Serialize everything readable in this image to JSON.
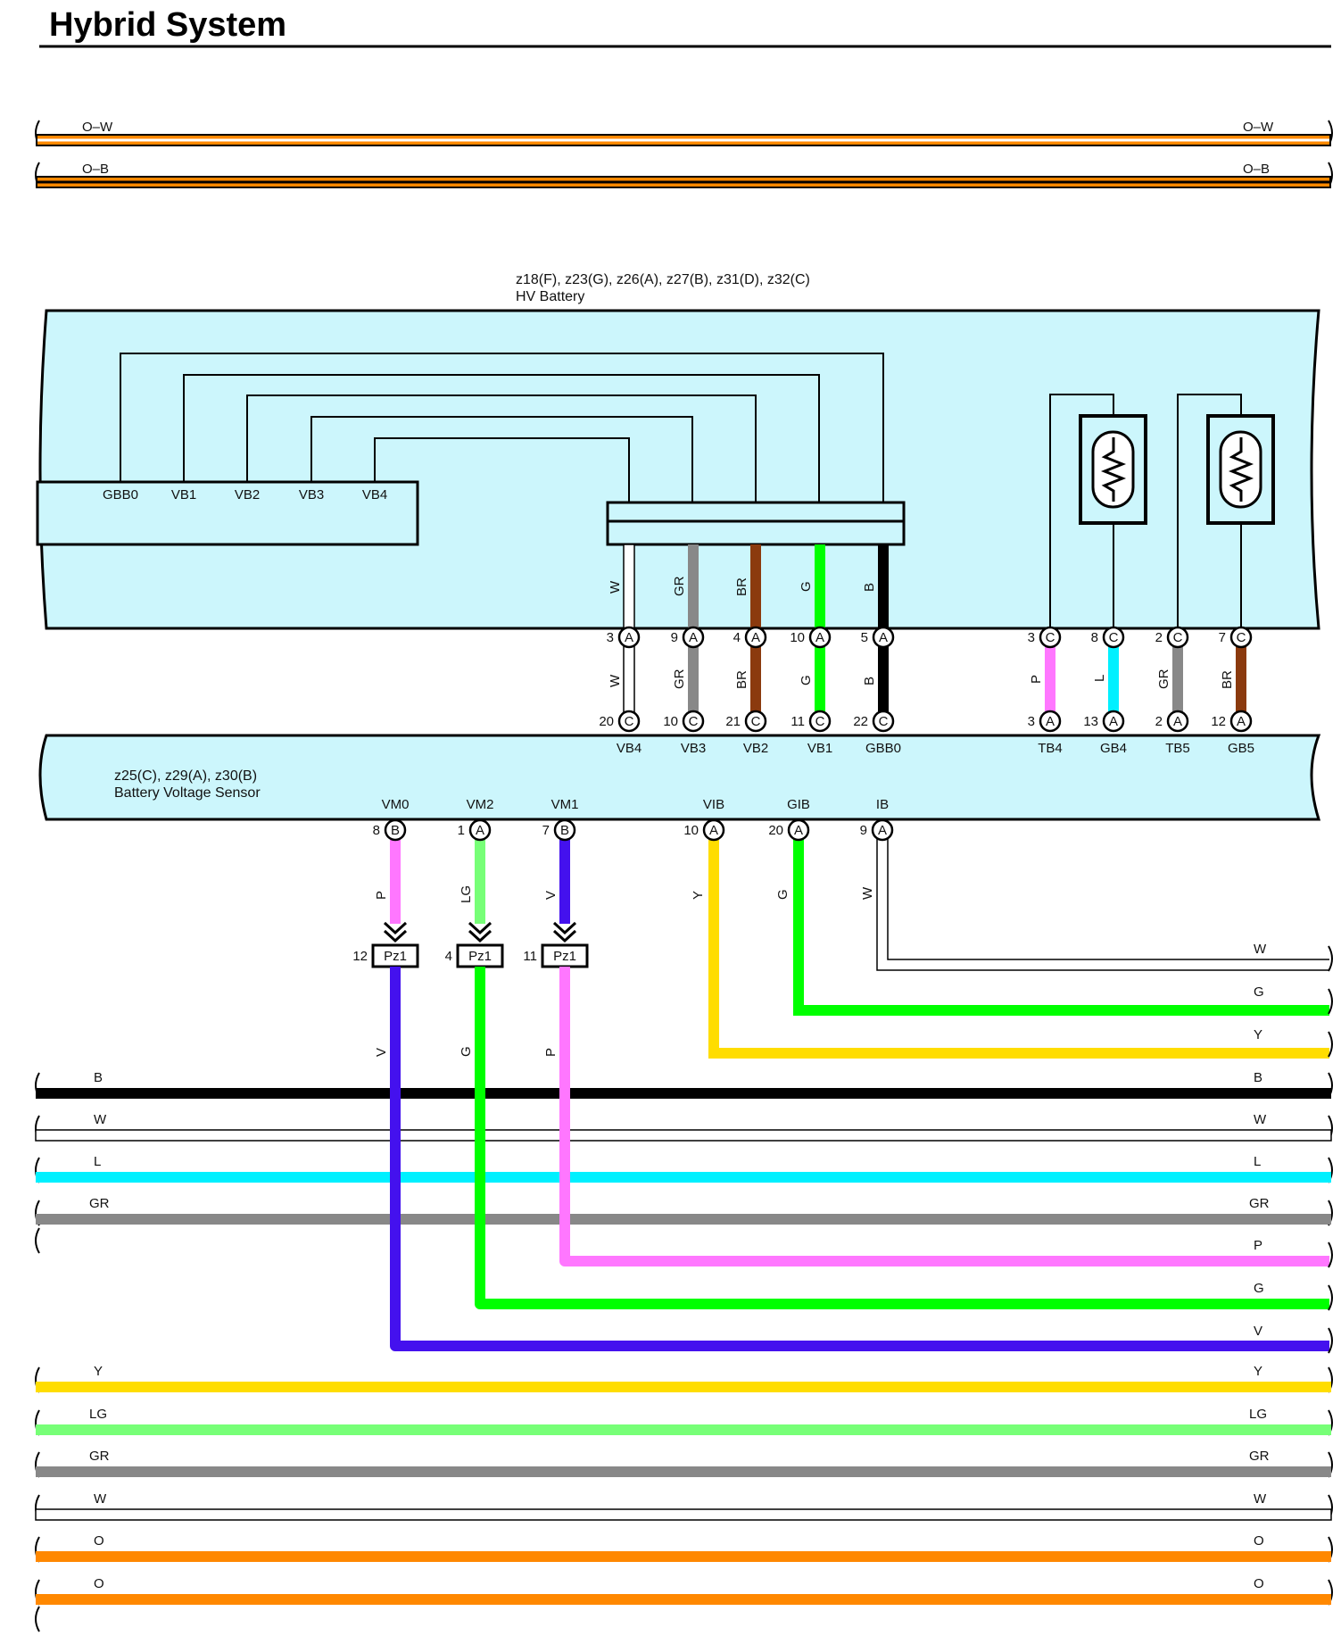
{
  "title": "Hybrid System",
  "colors": {
    "W": "#ffffff",
    "B": "#000000",
    "G": "#00ff00",
    "GR": "#888888",
    "BR": "#8b3a0e",
    "P": "#ff77ff",
    "L": "#00f0ff",
    "Y": "#ffdd00",
    "LG": "#77ff77",
    "V": "#4411ee",
    "O": "#ff8800",
    "component_fill": "#ccf6fc"
  },
  "components": {
    "hv_battery": {
      "codes": "z18(F), z23(G), z26(A), z27(B), z31(D), z32(C)",
      "name": "HV Battery"
    },
    "sensor": {
      "codes": "z25(C), z29(A), z30(B)",
      "name": "Battery Voltage Sensor"
    },
    "splice": "Pz1"
  },
  "top_wires": [
    "O–W",
    "O–B"
  ],
  "hv_internal_labels": [
    "GBB0",
    "VB1",
    "VB2",
    "VB3",
    "VB4"
  ],
  "battery_pins": [
    {
      "pin": "3",
      "conn": "A",
      "wire": "W"
    },
    {
      "pin": "9",
      "conn": "A",
      "wire": "GR"
    },
    {
      "pin": "4",
      "conn": "A",
      "wire": "BR"
    },
    {
      "pin": "10",
      "conn": "A",
      "wire": "G"
    },
    {
      "pin": "5",
      "conn": "A",
      "wire": "B"
    },
    {
      "pin": "3",
      "conn": "C",
      "wire": "P"
    },
    {
      "pin": "8",
      "conn": "C",
      "wire": "L"
    },
    {
      "pin": "2",
      "conn": "C",
      "wire": "GR"
    },
    {
      "pin": "7",
      "conn": "C",
      "wire": "BR"
    }
  ],
  "sensor_top_pins": [
    {
      "pin": "20",
      "conn": "C",
      "name": "VB4"
    },
    {
      "pin": "10",
      "conn": "C",
      "name": "VB3"
    },
    {
      "pin": "21",
      "conn": "C",
      "name": "VB2"
    },
    {
      "pin": "11",
      "conn": "C",
      "name": "VB1"
    },
    {
      "pin": "22",
      "conn": "C",
      "name": "GBB0"
    },
    {
      "pin": "3",
      "conn": "A",
      "name": "TB4"
    },
    {
      "pin": "13",
      "conn": "A",
      "name": "GB4"
    },
    {
      "pin": "2",
      "conn": "A",
      "name": "TB5"
    },
    {
      "pin": "12",
      "conn": "A",
      "name": "GB5"
    }
  ],
  "sensor_bottom_pins": [
    {
      "pin": "8",
      "conn": "B",
      "name": "VM0",
      "wire": "P"
    },
    {
      "pin": "1",
      "conn": "A",
      "name": "VM2",
      "wire": "LG"
    },
    {
      "pin": "7",
      "conn": "B",
      "name": "VM1",
      "wire": "V"
    },
    {
      "pin": "10",
      "conn": "A",
      "name": "VIB",
      "wire": "Y"
    },
    {
      "pin": "20",
      "conn": "A",
      "name": "GIB",
      "wire": "G"
    },
    {
      "pin": "9",
      "conn": "A",
      "name": "IB",
      "wire": "W"
    }
  ],
  "splices": [
    {
      "pin": "12",
      "name": "Pz1",
      "wire_out": "V"
    },
    {
      "pin": "4",
      "name": "Pz1",
      "wire_out": "G"
    },
    {
      "pin": "11",
      "name": "Pz1",
      "wire_out": "P"
    }
  ],
  "routed_right_labels": [
    "W",
    "G",
    "Y"
  ],
  "bus_group1": [
    "B",
    "W",
    "L",
    "GR"
  ],
  "splice_right_labels": [
    "P",
    "G",
    "V"
  ],
  "bus_group2": [
    "Y",
    "LG",
    "GR",
    "W",
    "O",
    "O"
  ]
}
